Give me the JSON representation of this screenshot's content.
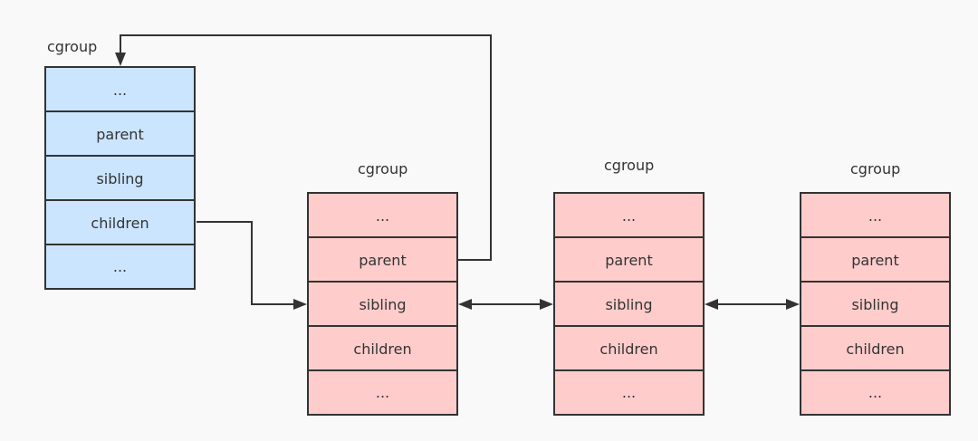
{
  "colors": {
    "parent_fill": "#cce5ff",
    "child_fill": "#ffcccc",
    "stroke": "#333333",
    "background": "#f9f9f9"
  },
  "parent_node": {
    "title": "cgroup",
    "fields": [
      "...",
      "parent",
      "sibling",
      "children",
      "..."
    ]
  },
  "child_nodes": [
    {
      "title": "cgroup",
      "fields": [
        "...",
        "parent",
        "sibling",
        "children",
        "..."
      ]
    },
    {
      "title": "cgroup",
      "fields": [
        "...",
        "parent",
        "sibling",
        "children",
        "..."
      ]
    },
    {
      "title": "cgroup",
      "fields": [
        "...",
        "parent",
        "sibling",
        "children",
        "..."
      ]
    }
  ]
}
